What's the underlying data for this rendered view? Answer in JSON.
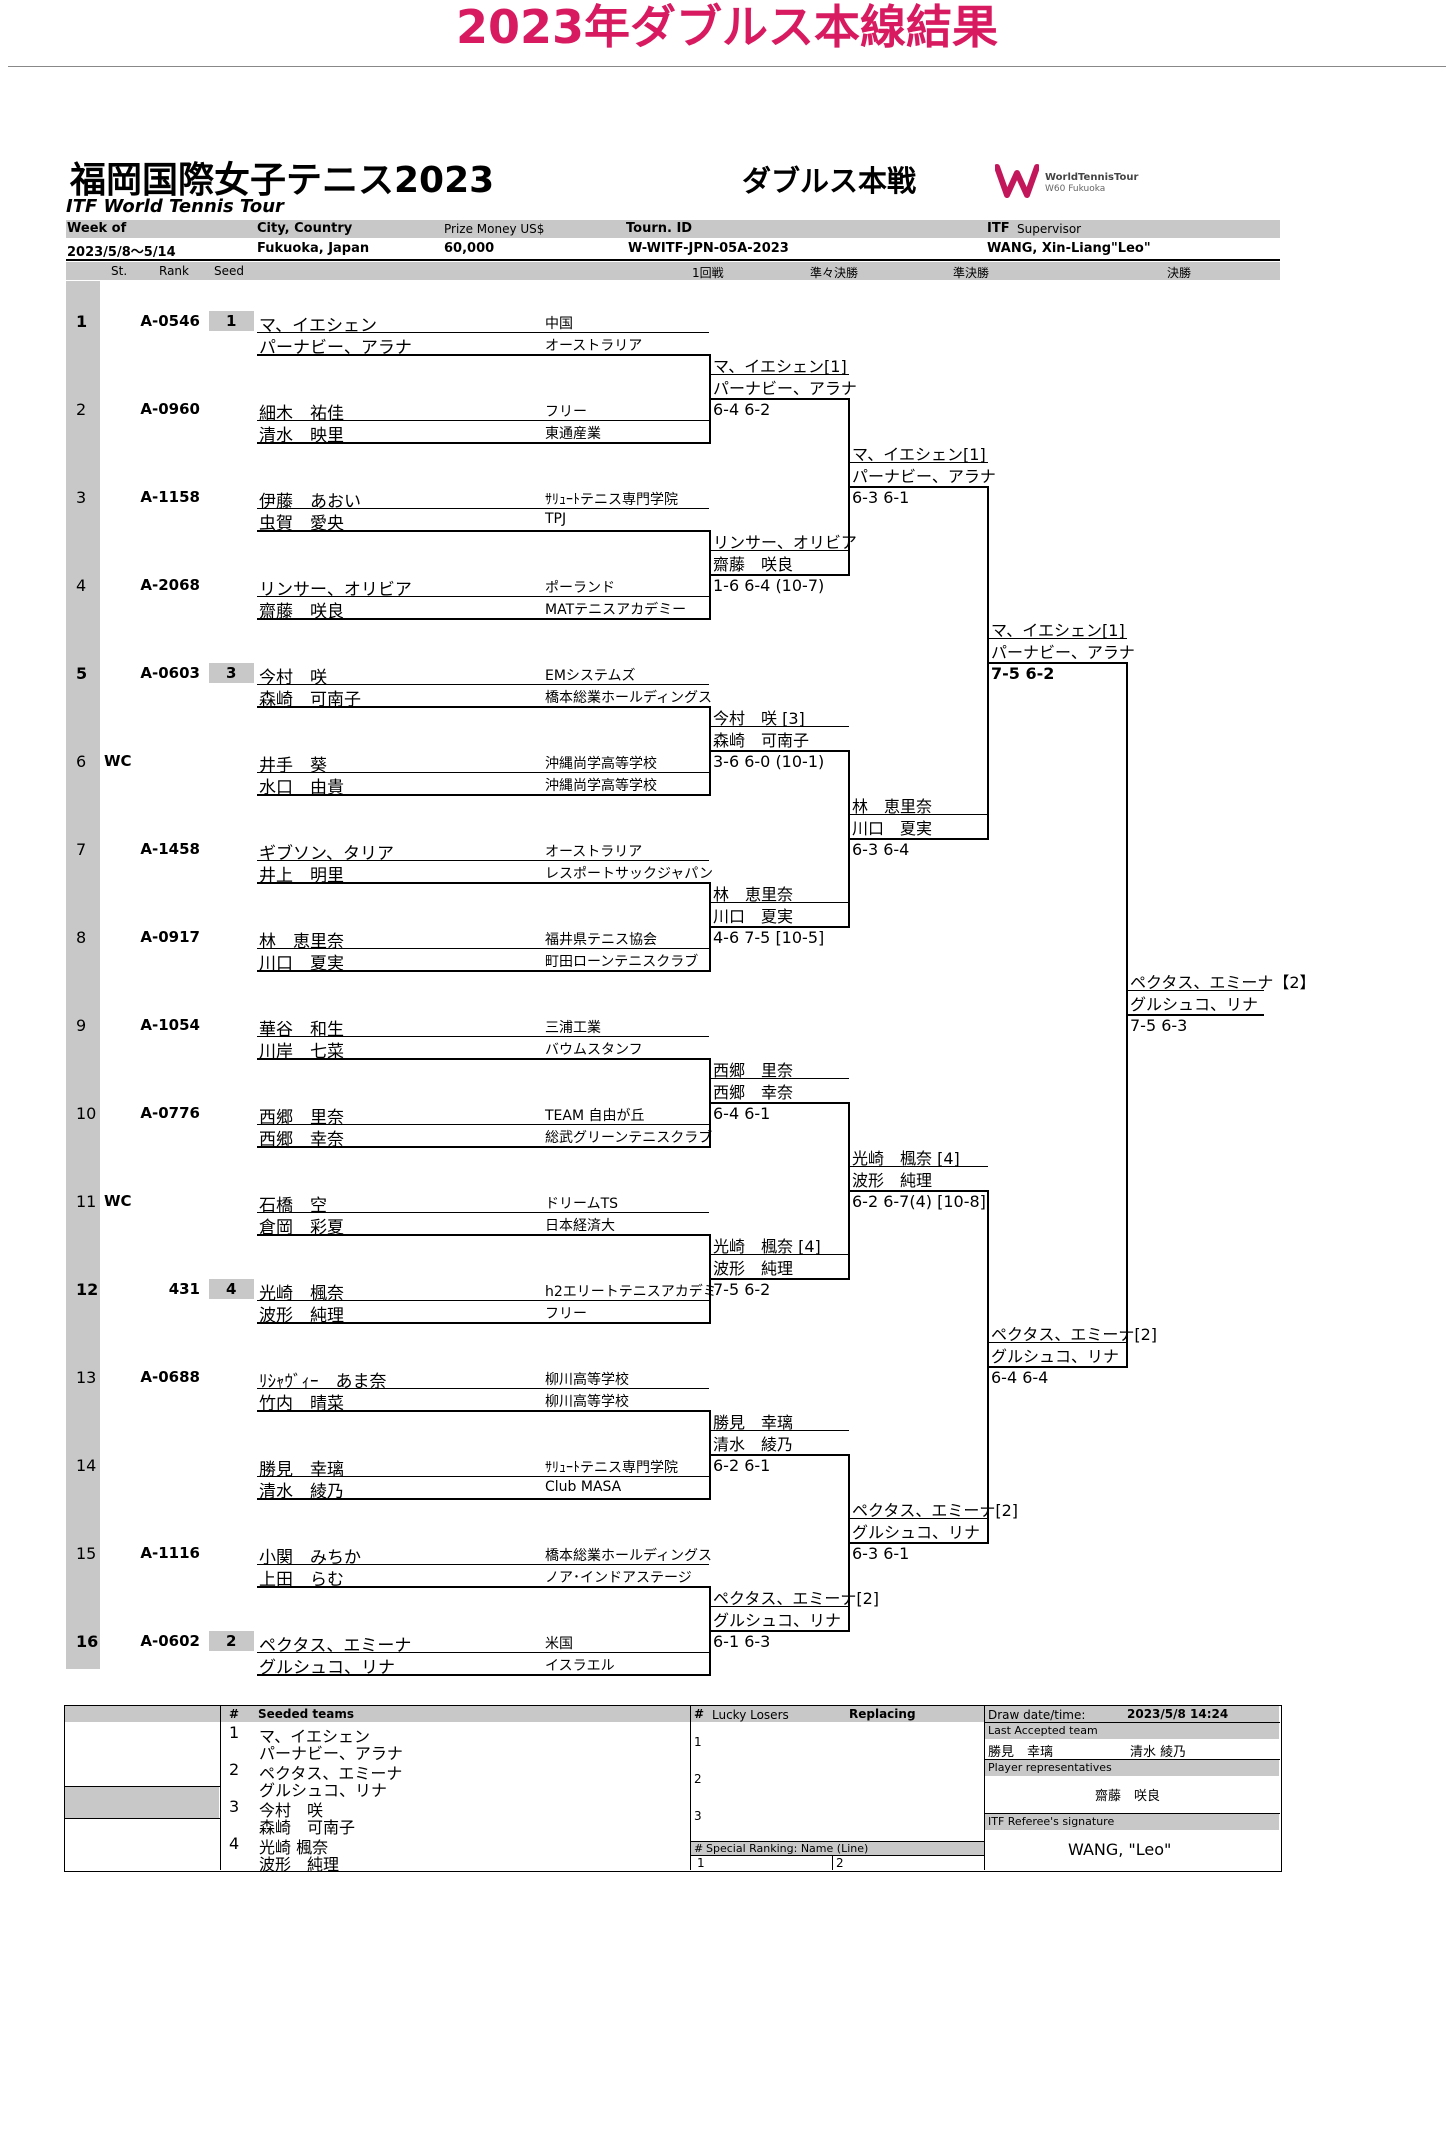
{
  "page_title": "2023年ダブルス本線結果",
  "sheet": {
    "tournament": "福岡国際女子テニス2023",
    "tour": "ITF World Tennis Tour",
    "draw_title": "ダブルス本戦",
    "logo_text_1": "WorldTennisTour",
    "logo_text_2": "W60 Fukuoka",
    "hdr_week_label": "Week of",
    "hdr_city_label": "City, Country",
    "hdr_prize_label": "Prize Money US$",
    "hdr_tourn_label": "Tourn. ID",
    "hdr_itf_label": "ITF",
    "hdr_supervisor_label": "Supervisor",
    "week": "2023/5/8～5/14",
    "city": "Fukuoka, Japan",
    "prize": "60,000",
    "tourn_id": "W-WITF-JPN-05A-2023",
    "supervisor": "WANG, Xin-Liang\"Leo\"",
    "col_st": "St.",
    "col_rank": "Rank",
    "col_seed": "Seed",
    "round1": "1回戦",
    "round2": "準々決勝",
    "round3": "準決勝",
    "round4": "決勝"
  },
  "entries": [
    {
      "no": "1",
      "st": "",
      "rank": "A-0546",
      "seed": "1",
      "p1": "マ、イエシェン",
      "c1": "中国",
      "p2": "パーナビー、アラナ",
      "c2": "オーストラリア"
    },
    {
      "no": "2",
      "st": "",
      "rank": "A-0960",
      "seed": "",
      "p1": "細木　祐佳",
      "c1": "フリー",
      "p2": "清水　映里",
      "c2": "東通産業"
    },
    {
      "no": "3",
      "st": "",
      "rank": "A-1158",
      "seed": "",
      "p1": "伊藤　あおい",
      "c1": "ｻﾘｭｰﾄテニス専門学院",
      "p2": "虫賀　愛央",
      "c2": "TPJ"
    },
    {
      "no": "4",
      "st": "",
      "rank": "A-2068",
      "seed": "",
      "p1": "リンサー、オリビア",
      "c1": "ポーランド",
      "p2": "齋藤　咲良",
      "c2": "MATテニスアカデミー"
    },
    {
      "no": "5",
      "st": "",
      "rank": "A-0603",
      "seed": "3",
      "p1": "今村　咲",
      "c1": "EMシステムズ",
      "p2": "森崎　可南子",
      "c2": "橋本総業ホールディングス"
    },
    {
      "no": "6",
      "st": "WC",
      "rank": "",
      "seed": "",
      "p1": "井手　葵",
      "c1": "沖縄尚学高等学校",
      "p2": "水口　由貴",
      "c2": "沖縄尚学高等学校"
    },
    {
      "no": "7",
      "st": "",
      "rank": "A-1458",
      "seed": "",
      "p1": "ギブソン、タリア",
      "c1": "オーストラリア",
      "p2": "井上　明里",
      "c2": "レスポートサックジャパン"
    },
    {
      "no": "8",
      "st": "",
      "rank": "A-0917",
      "seed": "",
      "p1": "林　恵里奈",
      "c1": "福井県テニス協会",
      "p2": "川口　夏実",
      "c2": "町田ローンテニスクラブ"
    },
    {
      "no": "9",
      "st": "",
      "rank": "A-1054",
      "seed": "",
      "p1": "華谷　和生",
      "c1": "三浦工業",
      "p2": "川岸　七菜",
      "c2": "バウムスタンフ"
    },
    {
      "no": "10",
      "st": "",
      "rank": "A-0776",
      "seed": "",
      "p1": "西郷　里奈",
      "c1": "TEAM 自由が丘",
      "p2": "西郷　幸奈",
      "c2": "総武グリーンテニスクラブ"
    },
    {
      "no": "11",
      "st": "WC",
      "rank": "",
      "seed": "",
      "p1": "石橋　空",
      "c1": "ドリームTS",
      "p2": "倉岡　彩夏",
      "c2": "日本経済大"
    },
    {
      "no": "12",
      "st": "",
      "rank": "431",
      "seed": "4",
      "p1": "光崎　楓奈",
      "c1": "h2エリートテニスアカデミ",
      "p2": "波形　純理",
      "c2": "フリー"
    },
    {
      "no": "13",
      "st": "",
      "rank": "A-0688",
      "seed": "",
      "p1": "ﾘｼｬｳﾞｨｰ　あま奈",
      "c1": "柳川高等学校",
      "p2": "竹内　晴菜",
      "c2": "柳川高等学校"
    },
    {
      "no": "14",
      "st": "",
      "rank": "",
      "seed": "",
      "p1": "勝見　幸璃",
      "c1": "ｻﾘｭｰﾄテニス専門学院",
      "p2": "清水　綾乃",
      "c2": "Club MASA"
    },
    {
      "no": "15",
      "st": "",
      "rank": "A-1116",
      "seed": "",
      "p1": "小関　みちか",
      "c1": "橋本総業ホールディングス",
      "p2": "上田　らむ",
      "c2": "ノア･インドアステージ"
    },
    {
      "no": "16",
      "st": "",
      "rank": "A-0602",
      "seed": "2",
      "p1": "ペクタス、エミーナ",
      "c1": "米国",
      "p2": "グルシュコ、リナ",
      "c2": "イスラエル"
    }
  ],
  "r2": [
    {
      "p1": "マ、イエシェン[1]",
      "p2": "パーナビー、アラナ",
      "score": "6-4 6-2"
    },
    {
      "p1": "リンサー、オリビア",
      "p2": "齋藤　咲良",
      "score": "1-6 6-4 (10-7)"
    },
    {
      "p1": "今村　咲 [3]",
      "p2": "森崎　可南子",
      "score": "3-6 6-0 (10-1)"
    },
    {
      "p1": "林　恵里奈",
      "p2": "川口　夏実",
      "score": "4-6 7-5 [10-5]"
    },
    {
      "p1": "西郷　里奈",
      "p2": "西郷　幸奈",
      "score": "6-4 6-1"
    },
    {
      "p1": "光崎　楓奈 [4]",
      "p2": "波形　純理",
      "score": "7-5 6-2"
    },
    {
      "p1": "勝見　幸璃",
      "p2": "清水　綾乃",
      "score": "6-2 6-1"
    },
    {
      "p1": "ペクタス、エミーナ[2]",
      "p2": "グルシュコ、リナ",
      "score": "6-1 6-3"
    }
  ],
  "r3": [
    {
      "p1": "マ、イエシェン[1]",
      "p2": "パーナビー、アラナ",
      "score": "6-3 6-1"
    },
    {
      "p1": "林　恵里奈",
      "p2": "川口　夏実",
      "score": "6-3 6-4"
    },
    {
      "p1": "光崎　楓奈 [4]",
      "p2": "波形　純理",
      "score": "6-2 6-7(4) [10-8]"
    },
    {
      "p1": "ペクタス、エミーナ[2]",
      "p2": "グルシュコ、リナ",
      "score": "6-3 6-1"
    }
  ],
  "r4": [
    {
      "p1": "マ、イエシェン[1]",
      "p2": "パーナビー、アラナ",
      "score": "7-5 6-2"
    },
    {
      "p1": "ペクタス、エミーナ[2]",
      "p2": "グルシュコ、リナ",
      "score": "6-4 6-4"
    }
  ],
  "final": {
    "p1": "ペクタス、エミーナ【2】",
    "p2": "グルシュコ、リナ",
    "score": "7-5 6-3"
  },
  "footer": {
    "hash": "#",
    "seeded_label": "Seeded teams",
    "seeded": [
      {
        "n": "1",
        "p1": "マ、イエシェン",
        "p2": "パーナビー、アラナ"
      },
      {
        "n": "2",
        "p1": "ペクタス、エミーナ",
        "p2": "グルシュコ、リナ"
      },
      {
        "n": "3",
        "p1": "今村　咲",
        "p2": "森崎　可南子"
      },
      {
        "n": "4",
        "p1": "光崎 楓奈",
        "p2": "波形　純理"
      }
    ],
    "lucky_label": "Lucky Losers",
    "replacing_label": "Replacing",
    "lucky_nums": [
      "1",
      "2",
      "3"
    ],
    "special_label": "Special Ranking: Name (Line)",
    "special_1": "1",
    "special_2": "2",
    "draw_date_label": "Draw date/time:",
    "draw_date": "2023/5/8 14:24",
    "last_accepted_label": "Last Accepted team",
    "last_accepted_1": "勝見　幸璃",
    "last_accepted_2": "清水 綾乃",
    "player_rep_label": "Player representatives",
    "player_rep": "齋藤　咲良",
    "referee_label": "ITF Referee's signature",
    "referee": "WANG, \"Leo\""
  }
}
